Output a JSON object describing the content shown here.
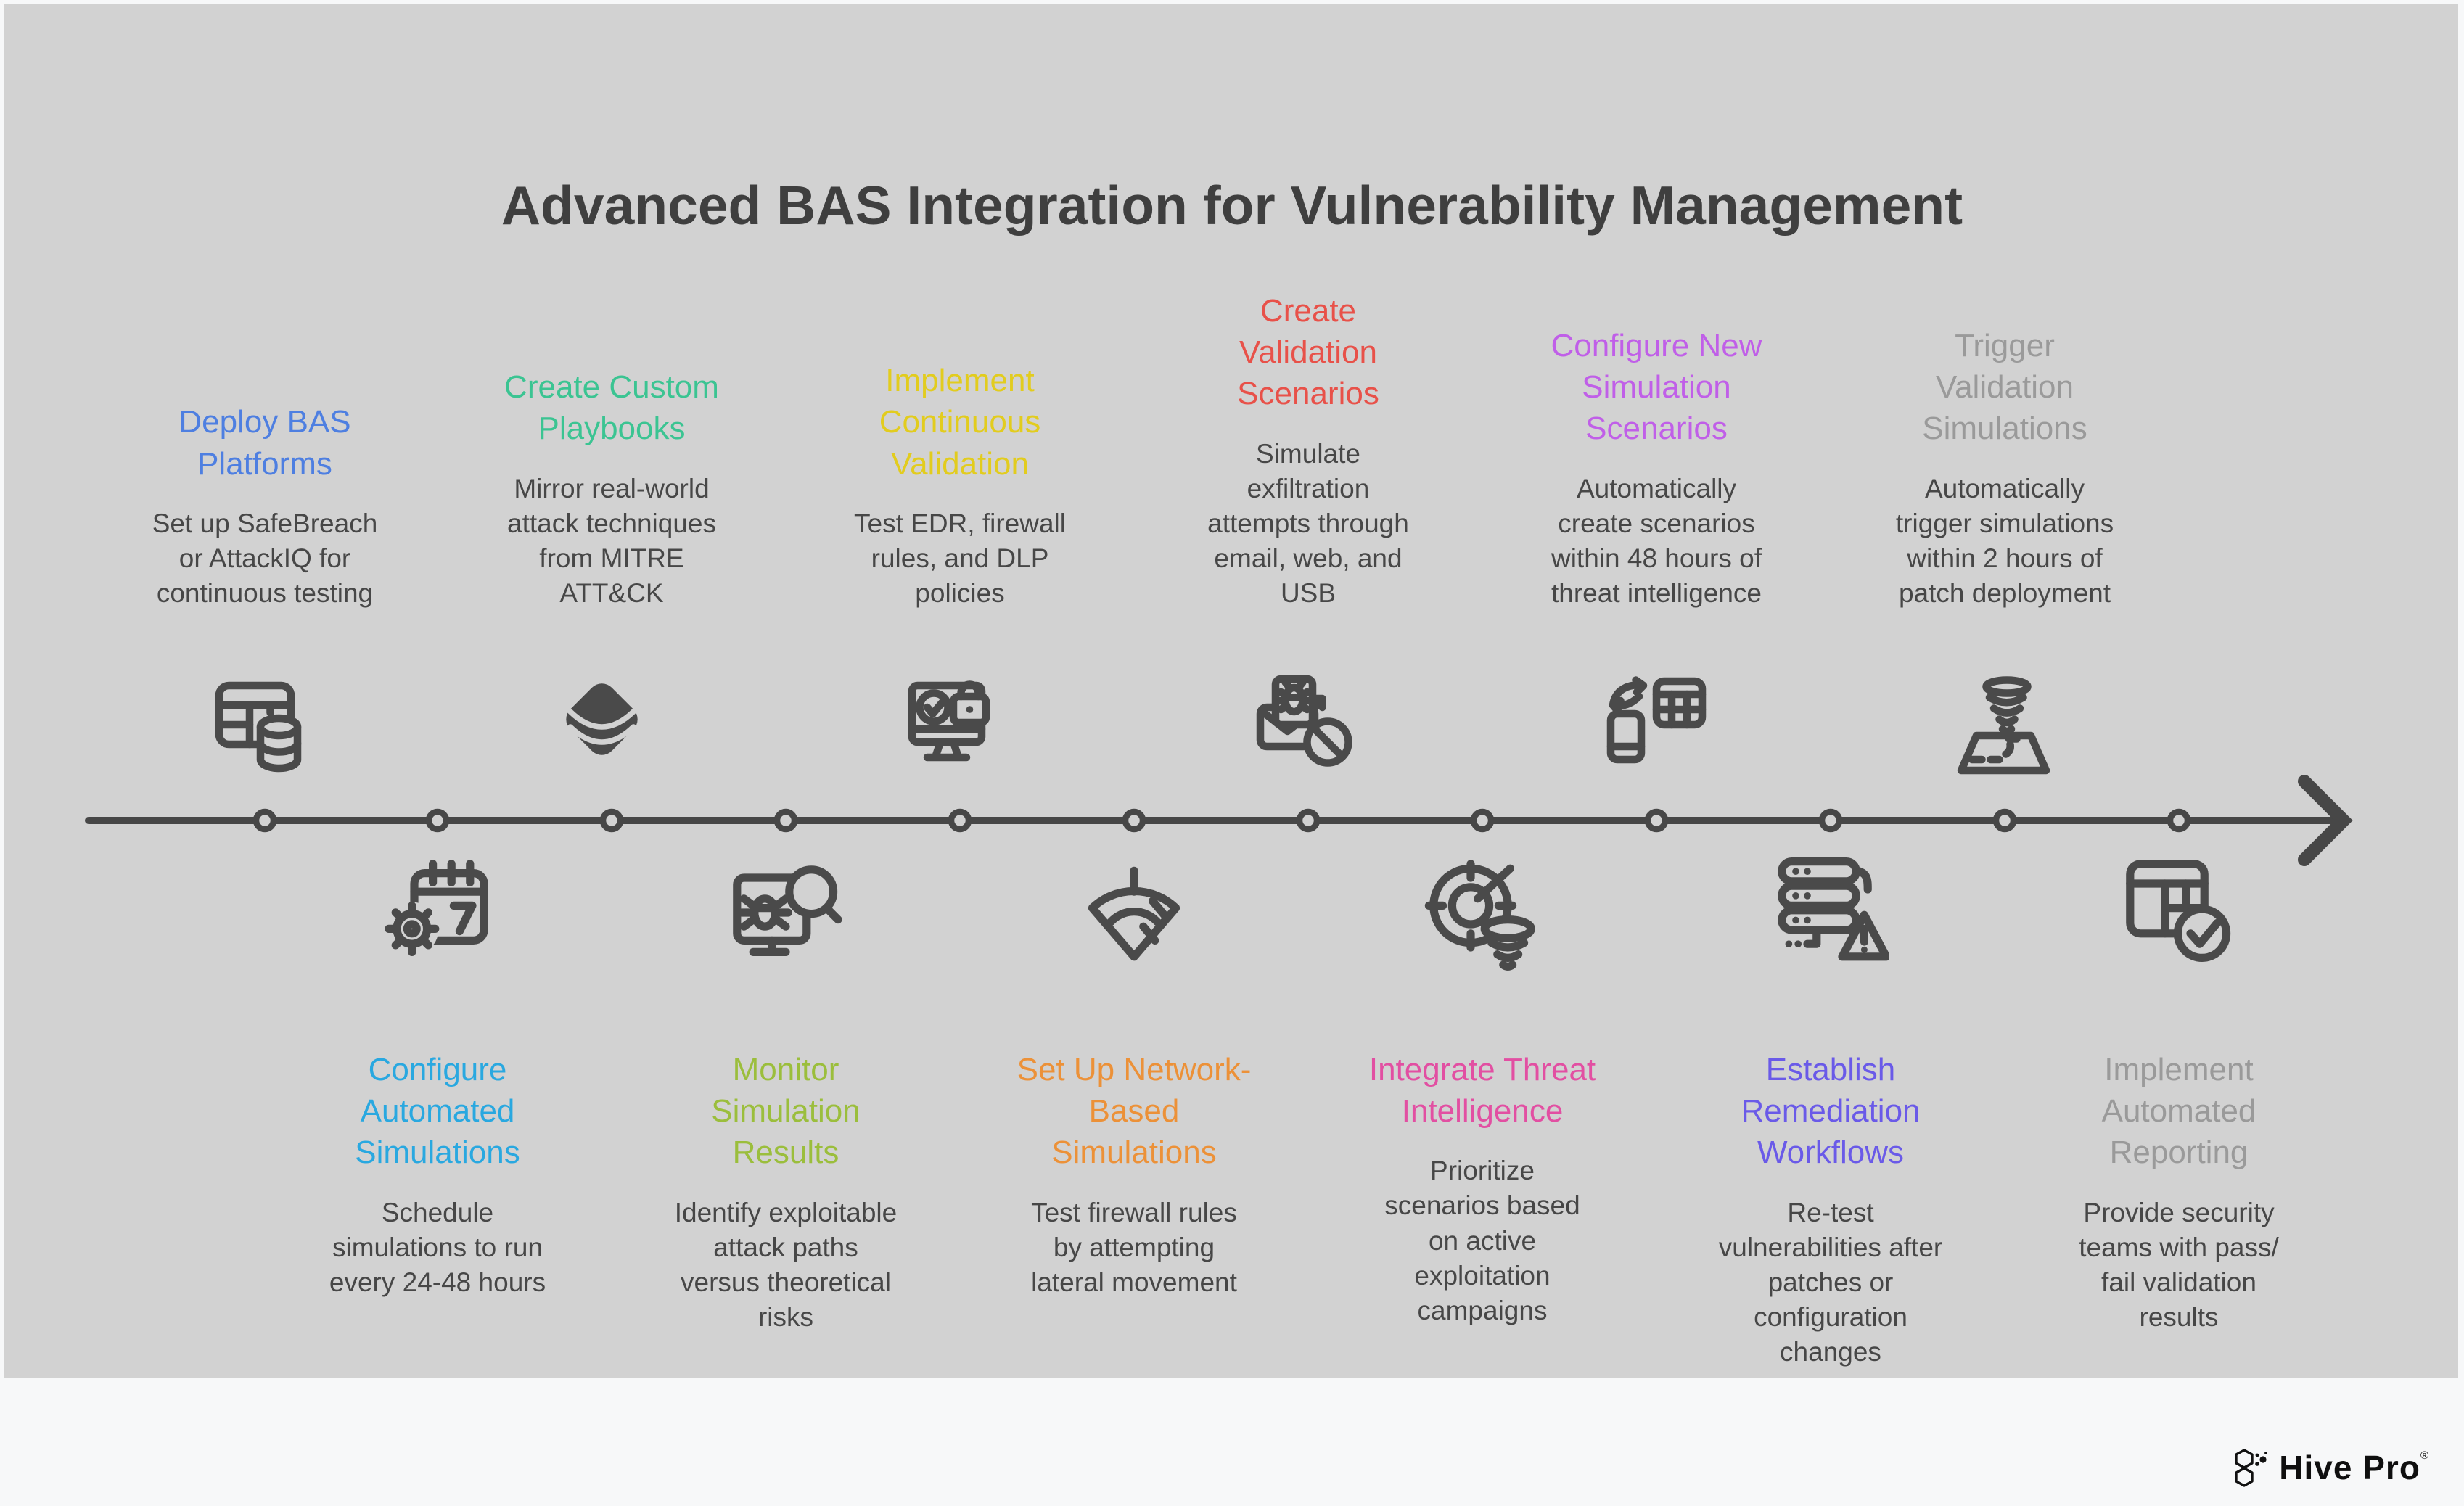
{
  "colors": {
    "page_bg": "#f7f8f9",
    "canvas_bg": "#d2d2d2",
    "title_text": "#3f3f3f",
    "body_text": "#474747",
    "icon_stroke": "#4a4a4a",
    "timeline": "#474747"
  },
  "title": "Advanced BAS Integration for Vulnerability Management",
  "timeline": {
    "dot_count": 12,
    "direction": "left-to-right-arrow"
  },
  "steps": [
    {
      "position": "top",
      "title": "Deploy BAS\nPlatforms",
      "description": "Set up SafeBreach\nor AttackIQ for\ncontinuous testing",
      "color": "#4e7fe1",
      "icon": "database-table-icon"
    },
    {
      "position": "bottom",
      "title": "Configure\nAutomated\nSimulations",
      "description": "Schedule\nsimulations to run\nevery 24-48 hours",
      "color": "#29a8e0",
      "icon": "calendar-gear-icon"
    },
    {
      "position": "top",
      "title": "Create Custom\nPlaybooks",
      "description": "Mirror real-world\nattack techniques\nfrom MITRE\nATT&CK",
      "color": "#3bc492",
      "icon": "diamond-badge-icon"
    },
    {
      "position": "bottom",
      "title": "Monitor\nSimulation\nResults",
      "description": "Identify exploitable\nattack paths\nversus theoretical\nrisks",
      "color": "#9bbe3c",
      "icon": "monitor-bug-search-icon"
    },
    {
      "position": "top",
      "title": "Implement\nContinuous\nValidation",
      "description": "Test EDR, firewall\nrules, and DLP\npolicies",
      "color": "#e2cc1e",
      "icon": "monitor-check-lock-icon"
    },
    {
      "position": "bottom",
      "title": "Set Up Network-\nBased\nSimulations",
      "description": "Test firewall rules\nby attempting\nlateral movement",
      "color": "#ec9138",
      "icon": "network-fan-icon"
    },
    {
      "position": "top",
      "title": "Create\nValidation\nScenarios",
      "description": "Simulate\nexfiltration\nattempts through\nemail, web, and\nUSB",
      "color": "#e85149",
      "icon": "email-bug-block-icon"
    },
    {
      "position": "bottom",
      "title": "Integrate Threat\nIntelligence",
      "description": "Prioritize\nscenarios based\non active\nexploitation\ncampaigns",
      "color": "#e24fa2",
      "icon": "target-funnel-icon"
    },
    {
      "position": "top",
      "title": "Configure New\nSimulation\nScenarios",
      "description": "Automatically\ncreate scenarios\nwithin 48 hours of\nthreat intelligence",
      "color": "#c05fe8",
      "icon": "phone-sync-table-icon"
    },
    {
      "position": "bottom",
      "title": "Establish\nRemediation\nWorkflows",
      "description": "Re-test\nvulnerabilities after\npatches or\nconfiguration\nchanges",
      "color": "#6a5ae8",
      "icon": "server-warning-icon"
    },
    {
      "position": "top",
      "title": "Trigger\nValidation\nSimulations",
      "description": "Automatically\ntrigger simulations\nwithin 2 hours of\npatch deployment",
      "color": "#9a9a9a",
      "icon": "map-tornado-icon"
    },
    {
      "position": "bottom",
      "title": "Implement\nAutomated\nReporting",
      "description": "Provide security\nteams with pass/\nfail validation\nresults",
      "color": "#9a9a9a",
      "icon": "table-check-icon"
    }
  ],
  "logo": {
    "brand": "Hive Pro",
    "registered_mark": "®"
  }
}
